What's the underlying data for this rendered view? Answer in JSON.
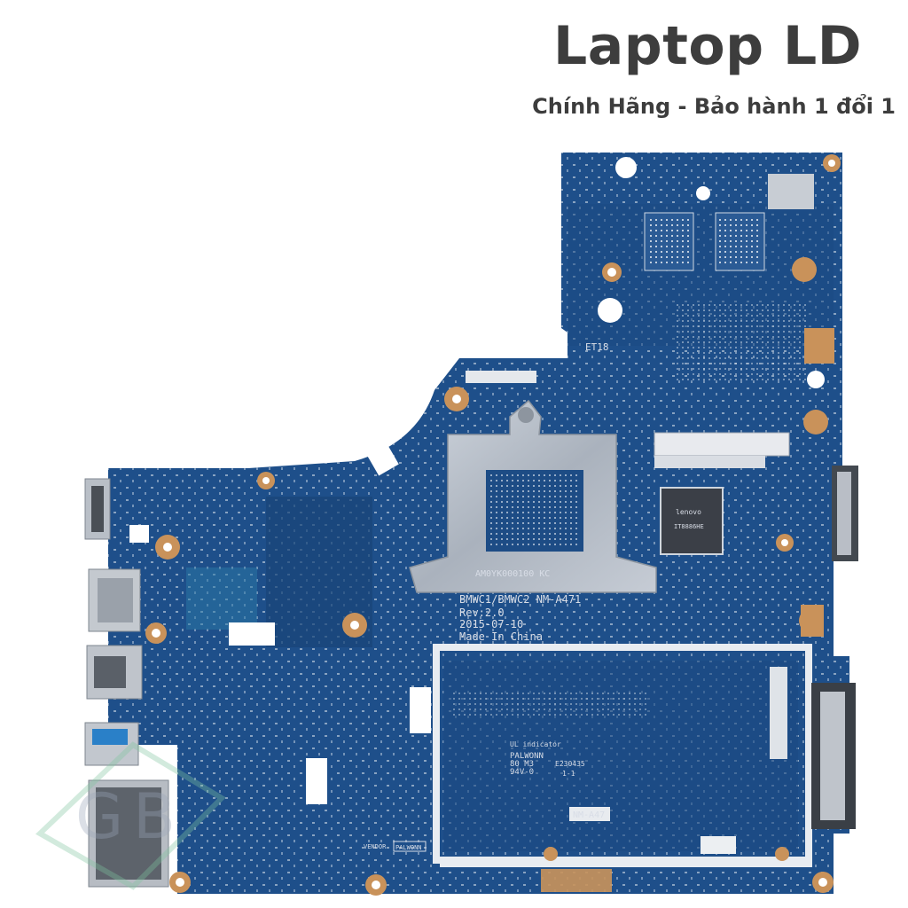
{
  "header": {
    "title": "Laptop LD",
    "subtitle": "Chính Hãng - Bảo hành 1 đổi 1"
  },
  "board": {
    "model_line": "BMWC1/BMWC2  NM-A471",
    "rev": "Rev:2.0",
    "date": "2015-07-10",
    "origin": "Made In China",
    "cpu_code": "AM0YK000100 KC",
    "chip_brand": "lenovo",
    "chip_code": "IT8886HE",
    "ul_label": "UL indicator",
    "vendor_box": "PALWONN",
    "vendor_text": "VENDOR",
    "rating_1": "80  M3",
    "rating_2": "94V-0",
    "codes": "E230435",
    "board_label": "NM-A47",
    "dash": "1-1",
    "etch": "ET18"
  },
  "colors": {
    "pcb": "#1e4f8a",
    "pcb_dark": "#173f70",
    "metal": "#b5bcc6",
    "gold": "#c9925a",
    "text": "#3d3d3d"
  }
}
